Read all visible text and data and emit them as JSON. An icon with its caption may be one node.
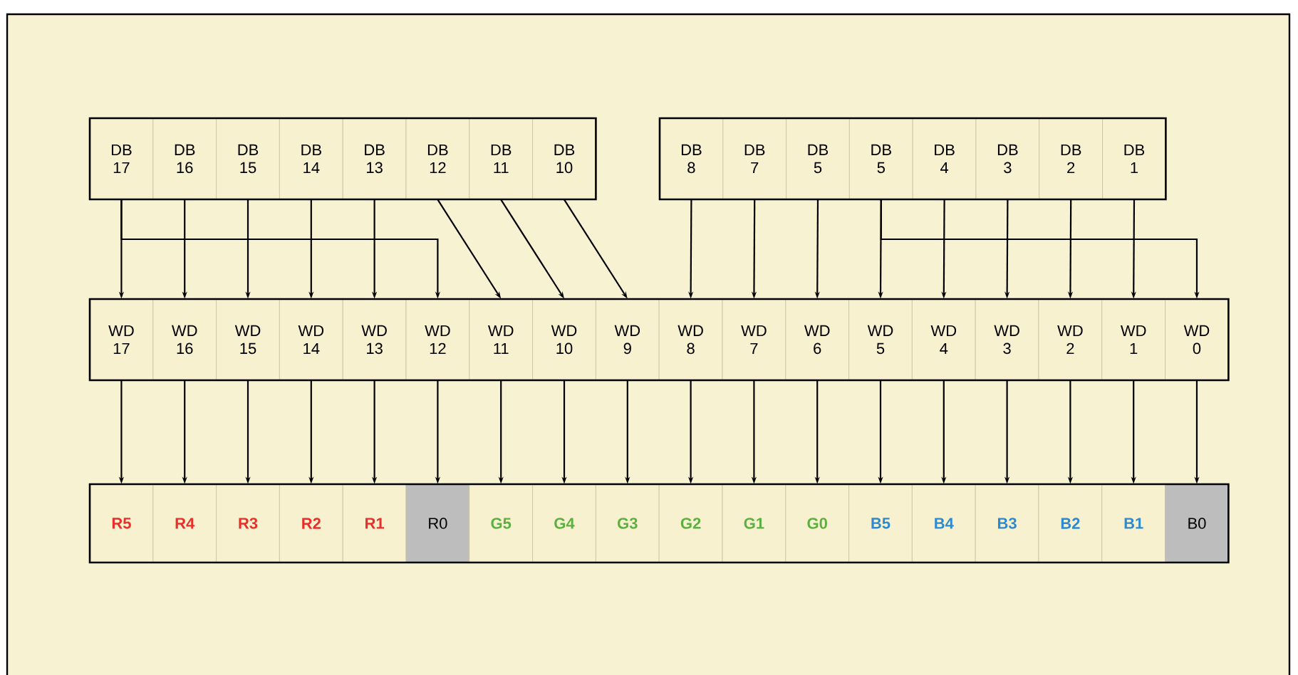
{
  "diagram": {
    "nodes": [
      {
        "text": [
          "DB 17"
        ]
      },
      {
        "text": [
          "DB 16"
        ]
      },
      {
        "text": [
          "DB 15"
        ]
      },
      {
        "text": [
          "DB 14"
        ]
      },
      {
        "text": [
          "DB 13"
        ]
      },
      {
        "text": [
          "DB 12"
        ]
      },
      {
        "text": [
          "DB 11"
        ]
      },
      {
        "text": [
          "DB 10"
        ]
      },
      {
        "text": [
          "DB 8"
        ]
      },
      {
        "text": [
          "DB 7"
        ]
      },
      {
        "text": [
          "DB 5"
        ]
      },
      {
        "text": [
          "DB 5"
        ]
      },
      {
        "text": [
          "DB 4"
        ]
      },
      {
        "text": [
          "DB 3"
        ]
      },
      {
        "text": [
          "DB 2"
        ]
      },
      {
        "text": [
          "DB 1"
        ]
      },
      {
        "text": [
          "WD 17"
        ]
      },
      {
        "text": [
          "WD 16"
        ]
      },
      {
        "text": [
          "WD 15"
        ]
      },
      {
        "text": [
          "WD 14"
        ]
      },
      {
        "text": [
          "WD 13"
        ]
      },
      {
        "text": [
          "WD 12"
        ]
      },
      {
        "text": [
          "WD 11"
        ]
      },
      {
        "text": [
          "WD 10"
        ]
      },
      {
        "text": [
          "WD 9"
        ]
      },
      {
        "text": [
          "WD 8"
        ]
      },
      {
        "text": [
          "WD 7"
        ]
      },
      {
        "text": [
          "WD 6"
        ]
      },
      {
        "text": [
          "WD 5"
        ]
      },
      {
        "text": [
          "WD 4"
        ]
      },
      {
        "text": [
          "WD 3"
        ]
      },
      {
        "text": [
          "WD 2"
        ]
      },
      {
        "text": [
          "WD 1"
        ]
      },
      {
        "text": [
          "WD 0"
        ]
      },
      {
        "text": [
          "R5"
        ]
      },
      {
        "text": [
          "R4"
        ]
      },
      {
        "text": [
          "R3"
        ]
      },
      {
        "text": [
          "R2"
        ]
      },
      {
        "text": [
          "R1"
        ]
      },
      {
        "text": [
          "R0"
        ]
      },
      {
        "text": [
          "G5"
        ]
      },
      {
        "text": [
          "G4"
        ]
      },
      {
        "text": [
          "G3"
        ]
      },
      {
        "text": [
          "G2"
        ]
      },
      {
        "text": [
          "G1"
        ]
      },
      {
        "text": [
          "G0"
        ]
      },
      {
        "text": [
          "B5"
        ]
      },
      {
        "text": [
          "B4"
        ]
      },
      {
        "text": [
          "B3"
        ]
      },
      {
        "text": [
          "B2"
        ]
      },
      {
        "text": [
          "B1"
        ]
      },
      {
        "text": [
          "B0"
        ]
      }
    ],
    "edges": [
      {
        "from": 0,
        "to": 16,
        "arrow": "to"
      },
      {
        "from": 1,
        "to": 17,
        "arrow": "to"
      },
      {
        "from": 2,
        "to": 18,
        "arrow": "to"
      },
      {
        "from": 3,
        "to": 19,
        "arrow": "to"
      },
      {
        "from": 4,
        "to": 20,
        "arrow": "to"
      },
      {
        "from": 0,
        "to": 21,
        "arrow": "to"
      },
      {
        "from": 5,
        "to": 22,
        "arrow": "to"
      },
      {
        "from": 6,
        "to": 23,
        "arrow": "to"
      },
      {
        "from": 7,
        "to": 24,
        "arrow": "to"
      },
      {
        "from": 8,
        "to": 25,
        "arrow": "to"
      },
      {
        "from": 9,
        "to": 26,
        "arrow": "to"
      },
      {
        "from": 10,
        "to": 27,
        "arrow": "to"
      },
      {
        "from": 11,
        "to": 28,
        "arrow": "to"
      },
      {
        "from": 12,
        "to": 29,
        "arrow": "to"
      },
      {
        "from": 13,
        "to": 30,
        "arrow": "to"
      },
      {
        "from": 14,
        "to": 31,
        "arrow": "to"
      },
      {
        "from": 15,
        "to": 32,
        "arrow": "to"
      },
      {
        "from": 11,
        "to": 33,
        "arrow": "to"
      },
      {
        "from": 16,
        "to": 34,
        "arrow": "to"
      },
      {
        "from": 17,
        "to": 35,
        "arrow": "to"
      },
      {
        "from": 18,
        "to": 36,
        "arrow": "to"
      },
      {
        "from": 19,
        "to": 37,
        "arrow": "to"
      },
      {
        "from": 20,
        "to": 38,
        "arrow": "to"
      },
      {
        "from": 21,
        "to": 39,
        "arrow": "to"
      },
      {
        "from": 22,
        "to": 40,
        "arrow": "to"
      },
      {
        "from": 23,
        "to": 41,
        "arrow": "to"
      },
      {
        "from": 24,
        "to": 42,
        "arrow": "to"
      },
      {
        "from": 25,
        "to": 43,
        "arrow": "to"
      },
      {
        "from": 26,
        "to": 44,
        "arrow": "to"
      },
      {
        "from": 27,
        "to": 45,
        "arrow": "to"
      },
      {
        "from": 28,
        "to": 46,
        "arrow": "to"
      },
      {
        "from": 29,
        "to": 47,
        "arrow": "to"
      },
      {
        "from": 30,
        "to": 48,
        "arrow": "to"
      },
      {
        "from": 31,
        "to": 49,
        "arrow": "to"
      },
      {
        "from": 32,
        "to": 50,
        "arrow": "to"
      },
      {
        "from": 33,
        "to": 51,
        "arrow": "to"
      }
    ]
  }
}
